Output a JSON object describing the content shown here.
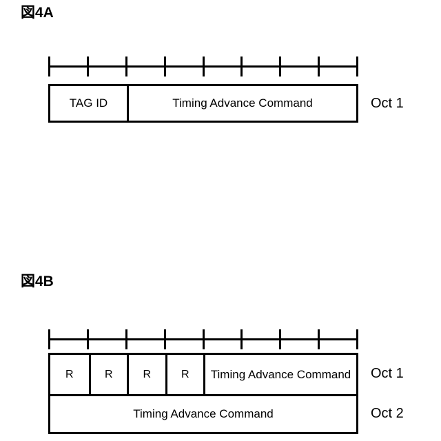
{
  "figures": [
    {
      "id": "4A",
      "title": "図4A",
      "ruler": {
        "bit_count": 8,
        "tick_count": 9
      },
      "rows": [
        {
          "octet_label": "Oct 1",
          "fields": [
            {
              "label": "TAG ID",
              "bits": 2
            },
            {
              "label": "Timing Advance Command",
              "bits": 6
            }
          ]
        }
      ]
    },
    {
      "id": "4B",
      "title": "図4B",
      "ruler": {
        "bit_count": 8,
        "tick_count": 9
      },
      "rows": [
        {
          "octet_label": "Oct 1",
          "fields": [
            {
              "label": "R",
              "bits": 1
            },
            {
              "label": "R",
              "bits": 1
            },
            {
              "label": "R",
              "bits": 1
            },
            {
              "label": "R",
              "bits": 1
            },
            {
              "label": "Timing Advance Command",
              "bits": 4
            }
          ]
        },
        {
          "octet_label": "Oct 2",
          "fields": [
            {
              "label": "Timing Advance Command",
              "bits": 8
            }
          ]
        }
      ]
    }
  ],
  "colors": {
    "ink": "#000000",
    "background": "#ffffff"
  }
}
